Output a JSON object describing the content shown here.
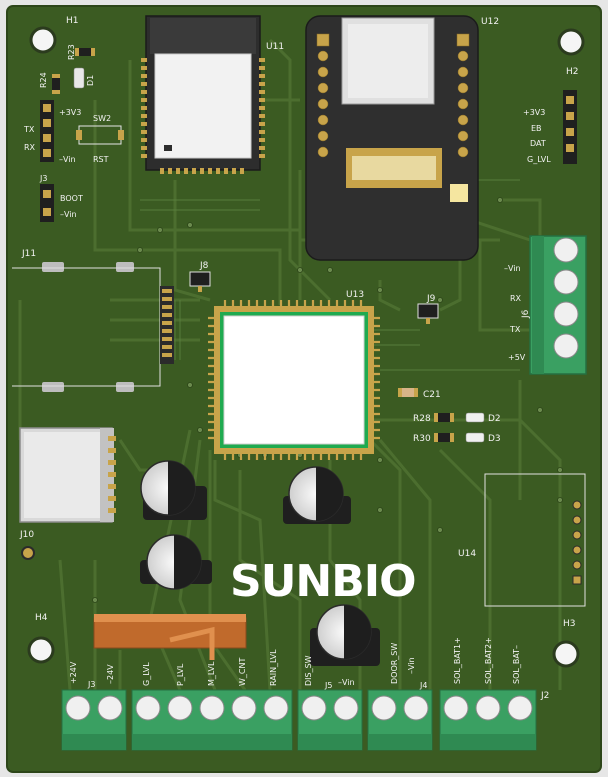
{
  "board": {
    "logo_text": "SUNBIO",
    "colors": {
      "board": "#3a5a22",
      "trace": "#4c6e30",
      "copper_pad": "#c8a44a",
      "silk": "#f2f2f2",
      "terminal_green": "#3aa062",
      "module_black": "#2b2b2b",
      "mcu_green": "#22c55e"
    }
  },
  "refs": {
    "h1": "H1",
    "h2": "H2",
    "h3": "H3",
    "h4": "H4",
    "r23": "R23",
    "r24": "R24",
    "d1": "D1",
    "d2": "D2",
    "d3": "D3",
    "r28": "R28",
    "r30": "R30",
    "c21": "C21",
    "u11": "U11",
    "u12": "U12",
    "u13": "U13",
    "u14": "U14",
    "sw2": "SW2",
    "rst": "RST",
    "boot": "BOOT",
    "j8": "J8",
    "j9": "J9",
    "j10": "J10",
    "j11": "J11",
    "j6": "J6",
    "j2": "J2",
    "j5": "J5",
    "j3": "J3",
    "j4": "J4"
  },
  "left_header": {
    "p1": "+3V3",
    "p2": "TX",
    "p3": "RX",
    "p4": "–Vin",
    "boot_vin": "–Vin"
  },
  "right_header_h2": {
    "p1": "+3V3",
    "p2": "EB",
    "p3": "DAT",
    "p4": "G_LVL"
  },
  "j6_labels": {
    "p1": "–Vin",
    "p2": "RX",
    "p3": "TX",
    "p4": "+5V"
  },
  "bottom_labels": {
    "a1": "+24V",
    "a2": "–24V",
    "b1": "G_LVL",
    "b2": "P_LVL",
    "b3": "M_LVL",
    "b4": "W_CNT",
    "b5": "RAIN_LVL",
    "c1": "DIS_SW",
    "c2": "–Vin",
    "d1": "DOOR_SW",
    "d2": "–Vin",
    "e1": "SOL_BAT1+",
    "e2": "SOL_BAT2+",
    "e3": "SOL_BAT–"
  }
}
